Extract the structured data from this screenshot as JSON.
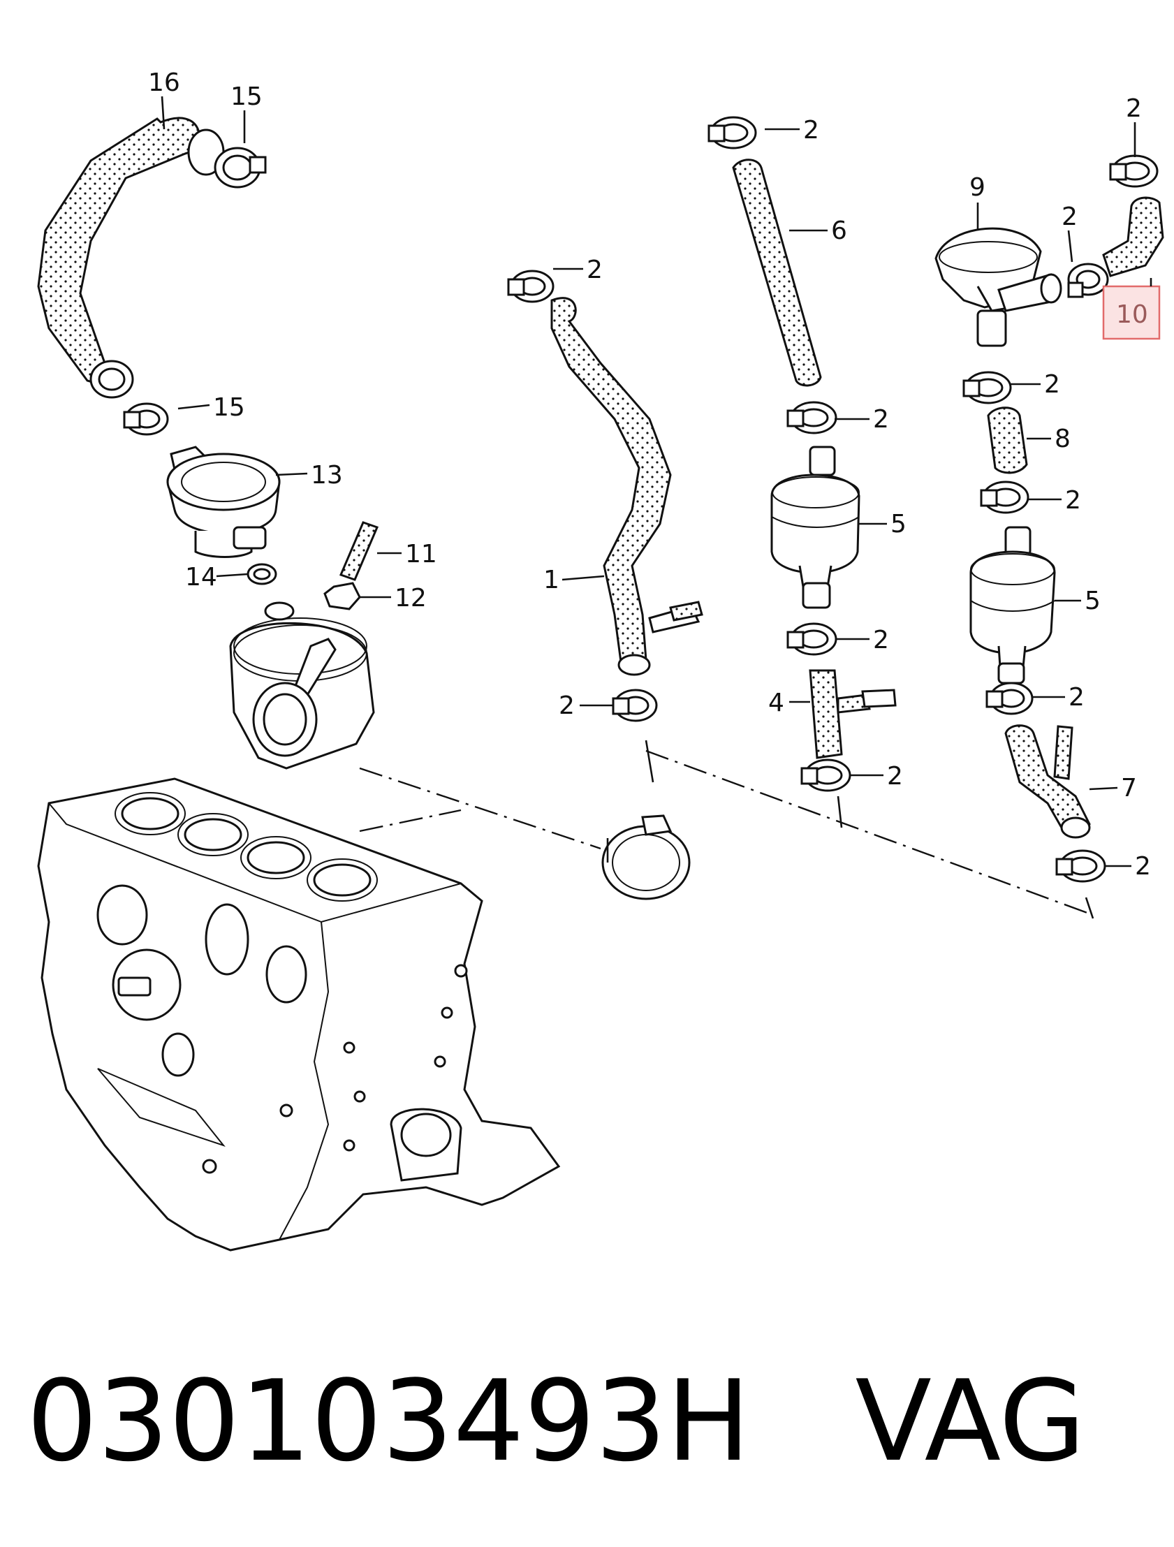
{
  "callouts": [
    "16",
    "15",
    "15",
    "13",
    "14",
    "11",
    "12",
    "1",
    "2",
    "2",
    "6",
    "2",
    "5",
    "2",
    "4",
    "2",
    "9",
    "2",
    "2",
    "10",
    "2",
    "8",
    "2",
    "5",
    "2",
    "7",
    "2",
    "2"
  ],
  "highlight": {
    "label": "10",
    "color": "#e26b6b"
  },
  "caption": {
    "part_number": "030103493H",
    "brand": "VAG"
  }
}
